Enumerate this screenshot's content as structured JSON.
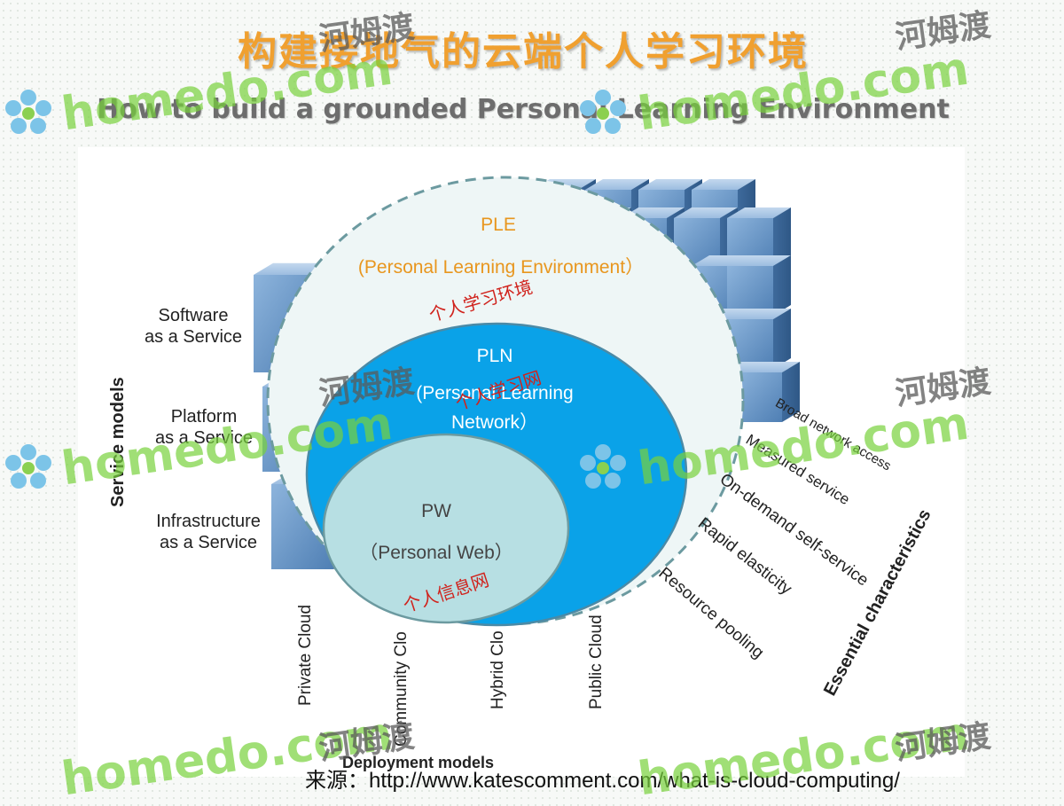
{
  "title": {
    "cn": "构建接地气的云端个人学习环境",
    "en": "How to build a grounded Personal Learning Environment"
  },
  "diagram": {
    "service_models": {
      "title": "Service models",
      "saas": [
        "Software",
        "as a Service"
      ],
      "paas": [
        "Platform",
        "as a Service"
      ],
      "iaas": [
        "Infrastructure",
        "as a Service"
      ]
    },
    "deployment_models": {
      "title": "Deployment models",
      "private": "Private Cloud",
      "community": "Community Clo",
      "hybrid": "Hybrid Clo",
      "public": "Public Cloud"
    },
    "essential_characteristics": {
      "title": "Essential characteristics",
      "items": [
        "Broad network access",
        "Measured service",
        "On-demand self-service",
        "Rapid elasticity",
        "Resource pooling"
      ]
    },
    "ple": {
      "abbr": "PLE",
      "full": "(Personal Learning Environment）",
      "cn": "个人学习环境"
    },
    "pln": {
      "abbr": "PLN",
      "full_line1": "(Personal Learning",
      "full_line2": "Network）",
      "cn": "个人学习网"
    },
    "pw": {
      "abbr": "PW",
      "full": "（Personal Web）",
      "cn": "个人信息网"
    }
  },
  "source": {
    "text": "来源：http://www.katescomment.com/what-is-cloud-computing/"
  },
  "watermark": {
    "brand_en": "homedo.com",
    "brand_cn": "河姆渡"
  },
  "colors": {
    "title_orange": "#f0a030",
    "ple_fill": "#eef6f6",
    "pln_fill": "#0aa2e8",
    "pw_fill": "#b7dfe3",
    "cube_blue": "#5c8fc4",
    "red_text": "#d0221c",
    "watermark_green": "#78d23c"
  }
}
